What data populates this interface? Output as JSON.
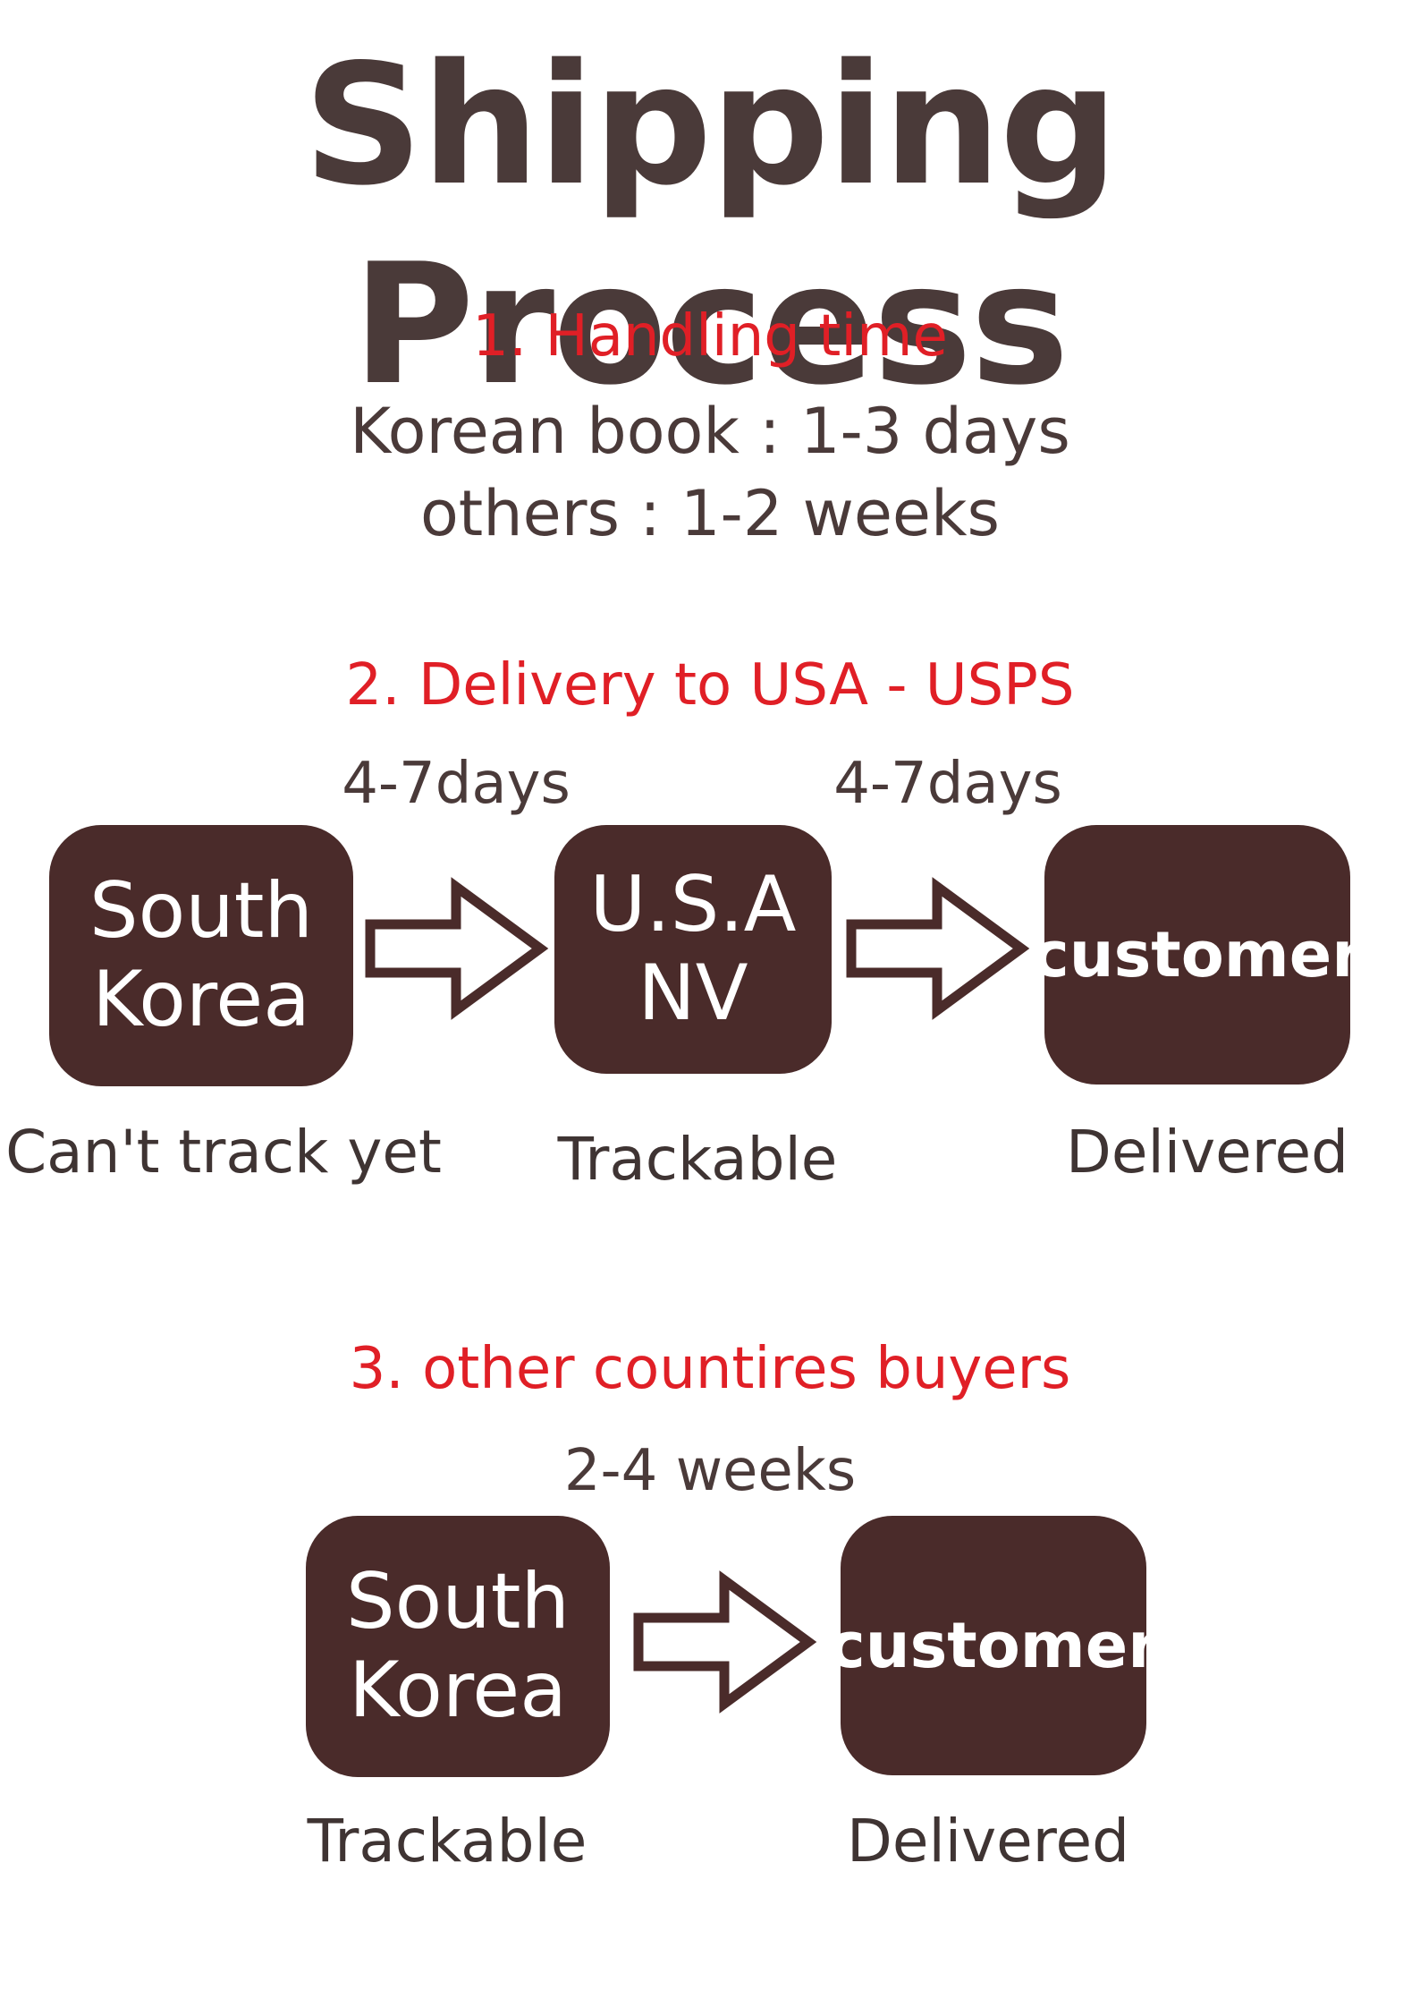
{
  "title": "Shipping Process",
  "colors": {
    "accent": "#e01f26",
    "text": "#4a3a39",
    "box": "#4a2b2a",
    "box_text": "#ffffff"
  },
  "section1": {
    "heading": "1. Handling time",
    "lines": [
      "Korean book : 1-3 days",
      "others : 1-2 weeks"
    ]
  },
  "section2": {
    "heading": "2. Delivery to USA - USPS",
    "durations": [
      "4-7days",
      "4-7days"
    ],
    "nodes": [
      {
        "lines": [
          "South",
          "Korea"
        ],
        "caption": "Can't track yet"
      },
      {
        "lines": [
          "U.S.A",
          "NV"
        ],
        "caption": "Trackable"
      },
      {
        "lines": [
          "customer"
        ],
        "caption": "Delivered"
      }
    ],
    "arrow_icon": "right-arrow-icon"
  },
  "section3": {
    "heading": "3. other countires buyers",
    "duration": "2-4 weeks",
    "nodes": [
      {
        "lines": [
          "South",
          "Korea"
        ],
        "caption": "Trackable"
      },
      {
        "lines": [
          "customer"
        ],
        "caption": "Delivered"
      }
    ],
    "arrow_icon": "right-arrow-icon"
  }
}
